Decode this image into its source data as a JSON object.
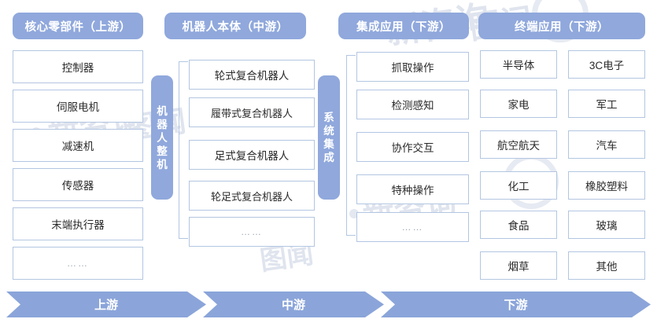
{
  "diagram": {
    "groups": [
      {
        "key": "upstream",
        "header": "核心零部件（上游）",
        "items": [
          "控制器",
          "伺服电机",
          "减速机",
          "传感器",
          "末端执行器",
          "……"
        ]
      },
      {
        "key": "midstream",
        "header": "机器人本体（中游）",
        "vertical_label": "机器人整机",
        "items": [
          "轮式复合机器人",
          "履带式复合机器人",
          "足式复合机器人",
          "轮足式复合机器人",
          "……"
        ]
      },
      {
        "key": "integration",
        "header": "集成应用（下游）",
        "vertical_label": "系统集成",
        "items": [
          "抓取操作",
          "检测感知",
          "协作交互",
          "特种操作",
          "……"
        ]
      },
      {
        "key": "terminal",
        "header": "终端应用（下游）",
        "column_left": [
          "半导体",
          "家电",
          "航空航天",
          "化工",
          "食品",
          "烟草"
        ],
        "column_right": [
          "3C电子",
          "军工",
          "汽车",
          "橡胶塑料",
          "玻璃",
          "其他"
        ]
      }
    ],
    "flow": [
      {
        "key": "flow-upstream",
        "label": "上游"
      },
      {
        "key": "flow-midstream",
        "label": "中游"
      },
      {
        "key": "flow-downstream",
        "label": "下游"
      }
    ],
    "watermark": {
      "text_a": "新咨询",
      "text_b": "图闻",
      "text_c": "新咨询",
      "text_d": "图闻"
    },
    "colors": {
      "accent": "#90a8dc",
      "flow_bar": "#8ba5da",
      "box_border": "#b3c6e2",
      "box_fill": "#ffffff",
      "text": "#2a2a2a",
      "muted": "#9aa3ae",
      "watermark": "#dfe4ee"
    }
  }
}
